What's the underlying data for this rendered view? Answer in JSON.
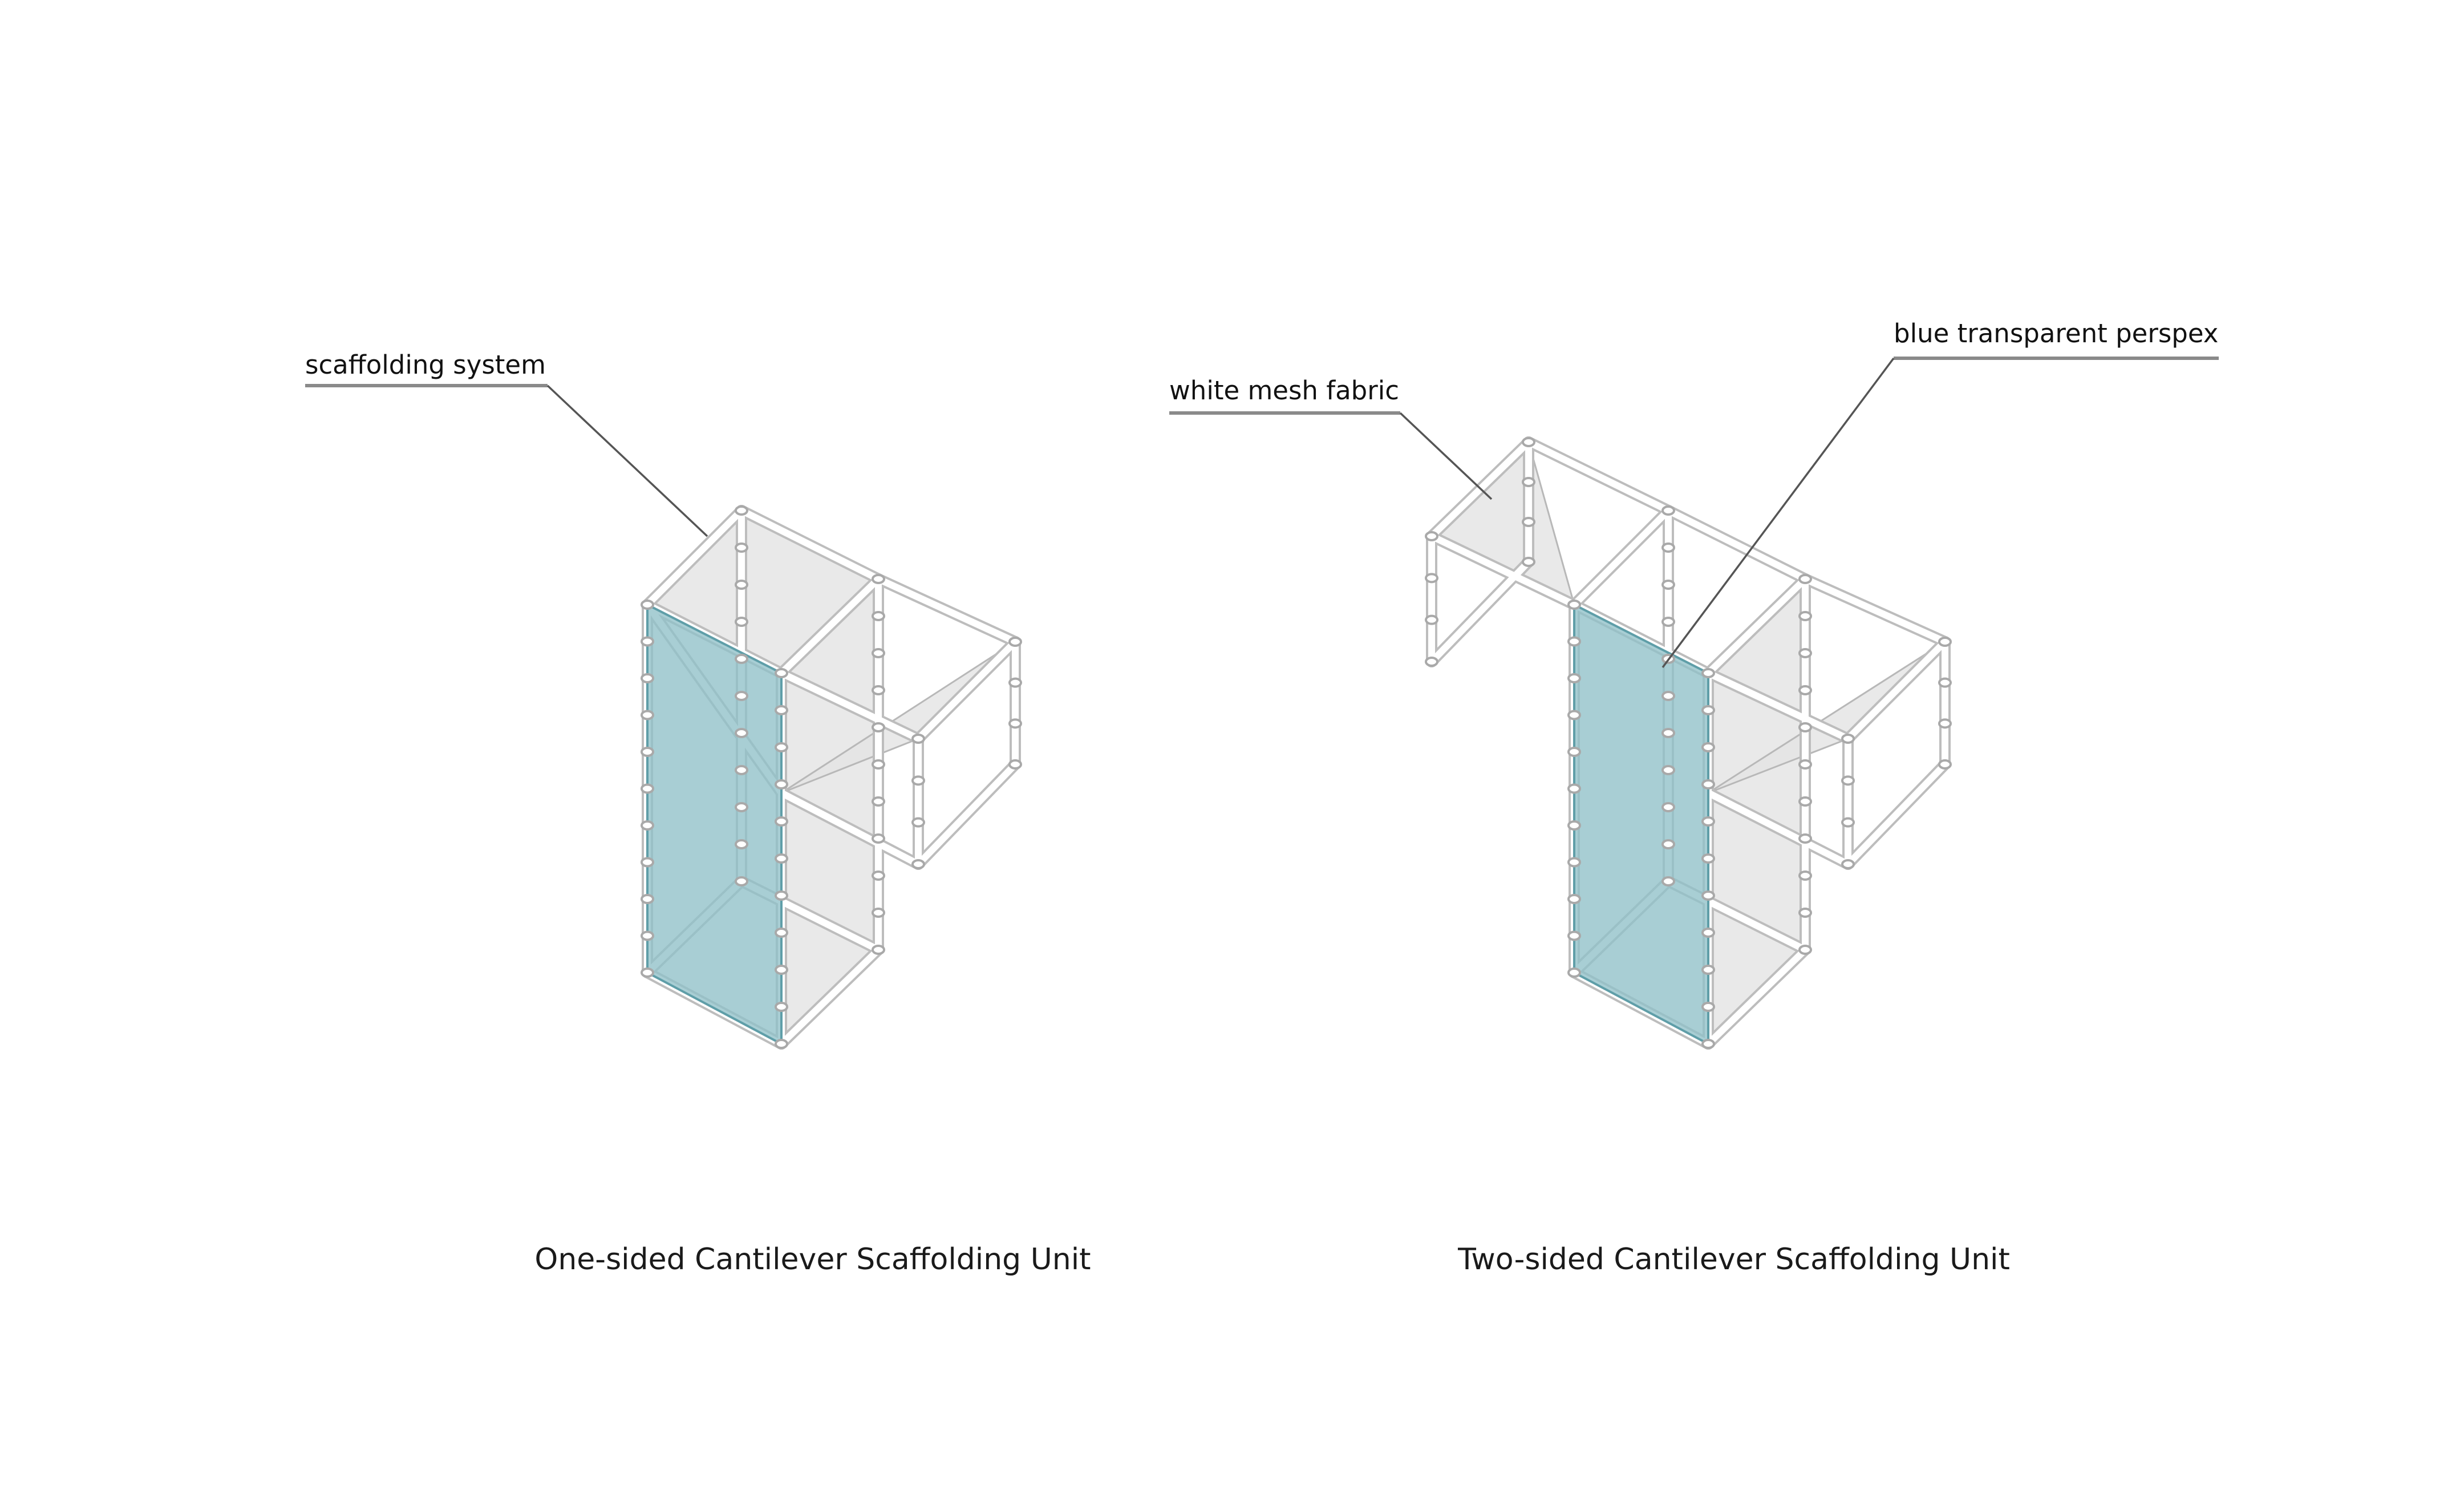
{
  "labels": {
    "scaffolding_system": "scaffolding system",
    "white_mesh_fabric": "white mesh fabric",
    "blue_transparent_perspex": "blue transparent perspex"
  },
  "captions": {
    "one_sided": "One-sided Cantilever Scaffolding Unit",
    "two_sided": "Two-sided Cantilever Scaffolding Unit"
  },
  "colors": {
    "perspex": "#8fc0c8",
    "mesh": "#e3e3e3",
    "tube": "#bdbdbd",
    "leader": "#555555"
  }
}
